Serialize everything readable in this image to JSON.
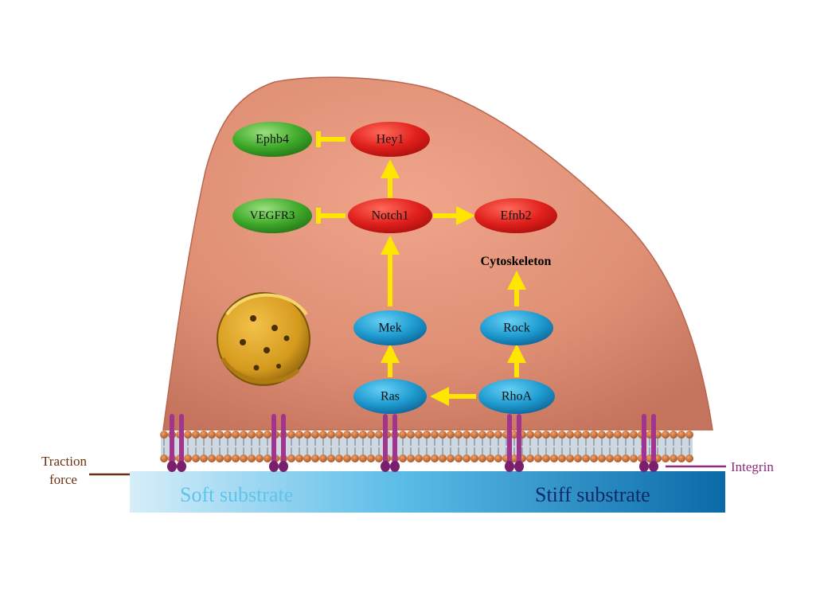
{
  "nodes": {
    "hey1": {
      "label": "Hey1",
      "color": "red"
    },
    "ephb4": {
      "label": "Ephb4",
      "color": "green"
    },
    "notch1": {
      "label": "Notch1",
      "color": "red"
    },
    "vegfr3": {
      "label": "VEGFR3",
      "color": "green"
    },
    "efnb2": {
      "label": "Efnb2",
      "color": "red"
    },
    "mek": {
      "label": "Mek",
      "color": "blue"
    },
    "rock": {
      "label": "Rock",
      "color": "blue"
    },
    "ras": {
      "label": "Ras",
      "color": "blue"
    },
    "rhoa": {
      "label": "RhoA",
      "color": "blue"
    }
  },
  "cytoskeleton": "Cytoskeleton",
  "edges": [
    {
      "from": "notch1",
      "to": "hey1",
      "type": "activation"
    },
    {
      "from": "hey1",
      "to": "ephb4",
      "type": "inhibition"
    },
    {
      "from": "notch1",
      "to": "vegfr3",
      "type": "inhibition"
    },
    {
      "from": "notch1",
      "to": "efnb2",
      "type": "activation"
    },
    {
      "from": "mek",
      "to": "notch1",
      "type": "activation"
    },
    {
      "from": "ras",
      "to": "mek",
      "type": "activation"
    },
    {
      "from": "rhoa",
      "to": "ras",
      "type": "activation"
    },
    {
      "from": "rhoa",
      "to": "rock",
      "type": "activation"
    },
    {
      "from": "rock",
      "to": "cytoskeleton",
      "type": "activation"
    }
  ],
  "substrate": {
    "soft": "Soft substrate",
    "stiff": "Stiff substrate"
  },
  "labels": {
    "traction_line1": "Traction",
    "traction_line2": "force",
    "integrin": "Integrin"
  },
  "colors": {
    "cell": "#d98e76",
    "arrow": "#ffe600",
    "node_red": "#e0201c",
    "node_green": "#3faa2a",
    "node_blue": "#1f9bd0",
    "soft_text": "#5fc4ec",
    "stiff_text": "#0c2a6a",
    "traction": "#6b2f12",
    "integrin": "#8b2a7c"
  }
}
